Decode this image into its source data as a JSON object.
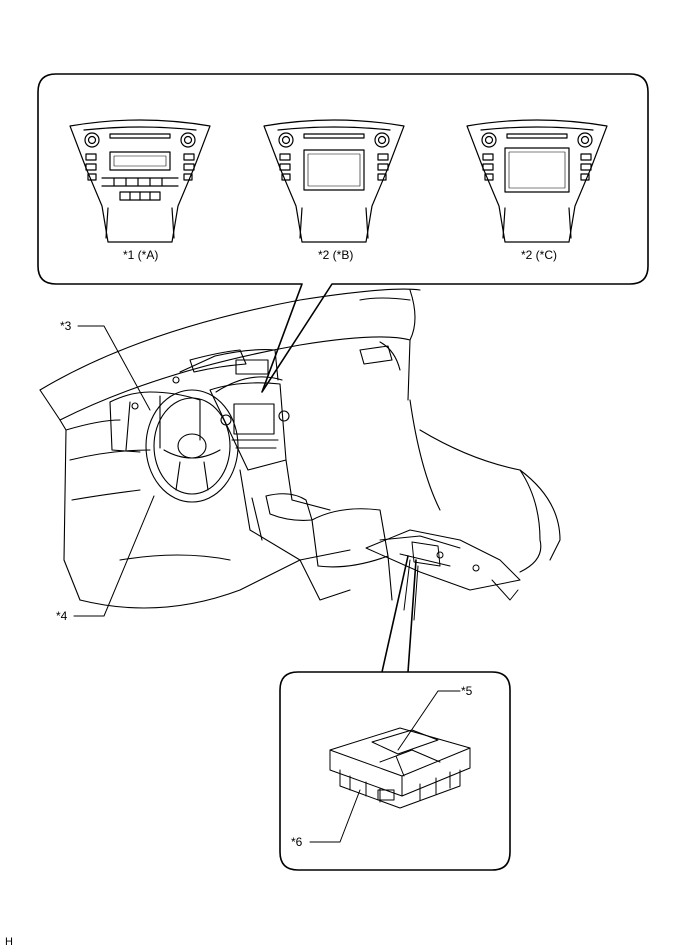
{
  "top_callout": {
    "units": [
      {
        "label": "*1 (*A)",
        "style": "buttons"
      },
      {
        "label": "*2 (*B)",
        "style": "screen"
      },
      {
        "label": "*2 (*C)",
        "style": "screen"
      }
    ]
  },
  "callouts": {
    "c3": "*3",
    "c4": "*4",
    "c5": "*5",
    "c6": "*6"
  },
  "corner_mark": "H"
}
